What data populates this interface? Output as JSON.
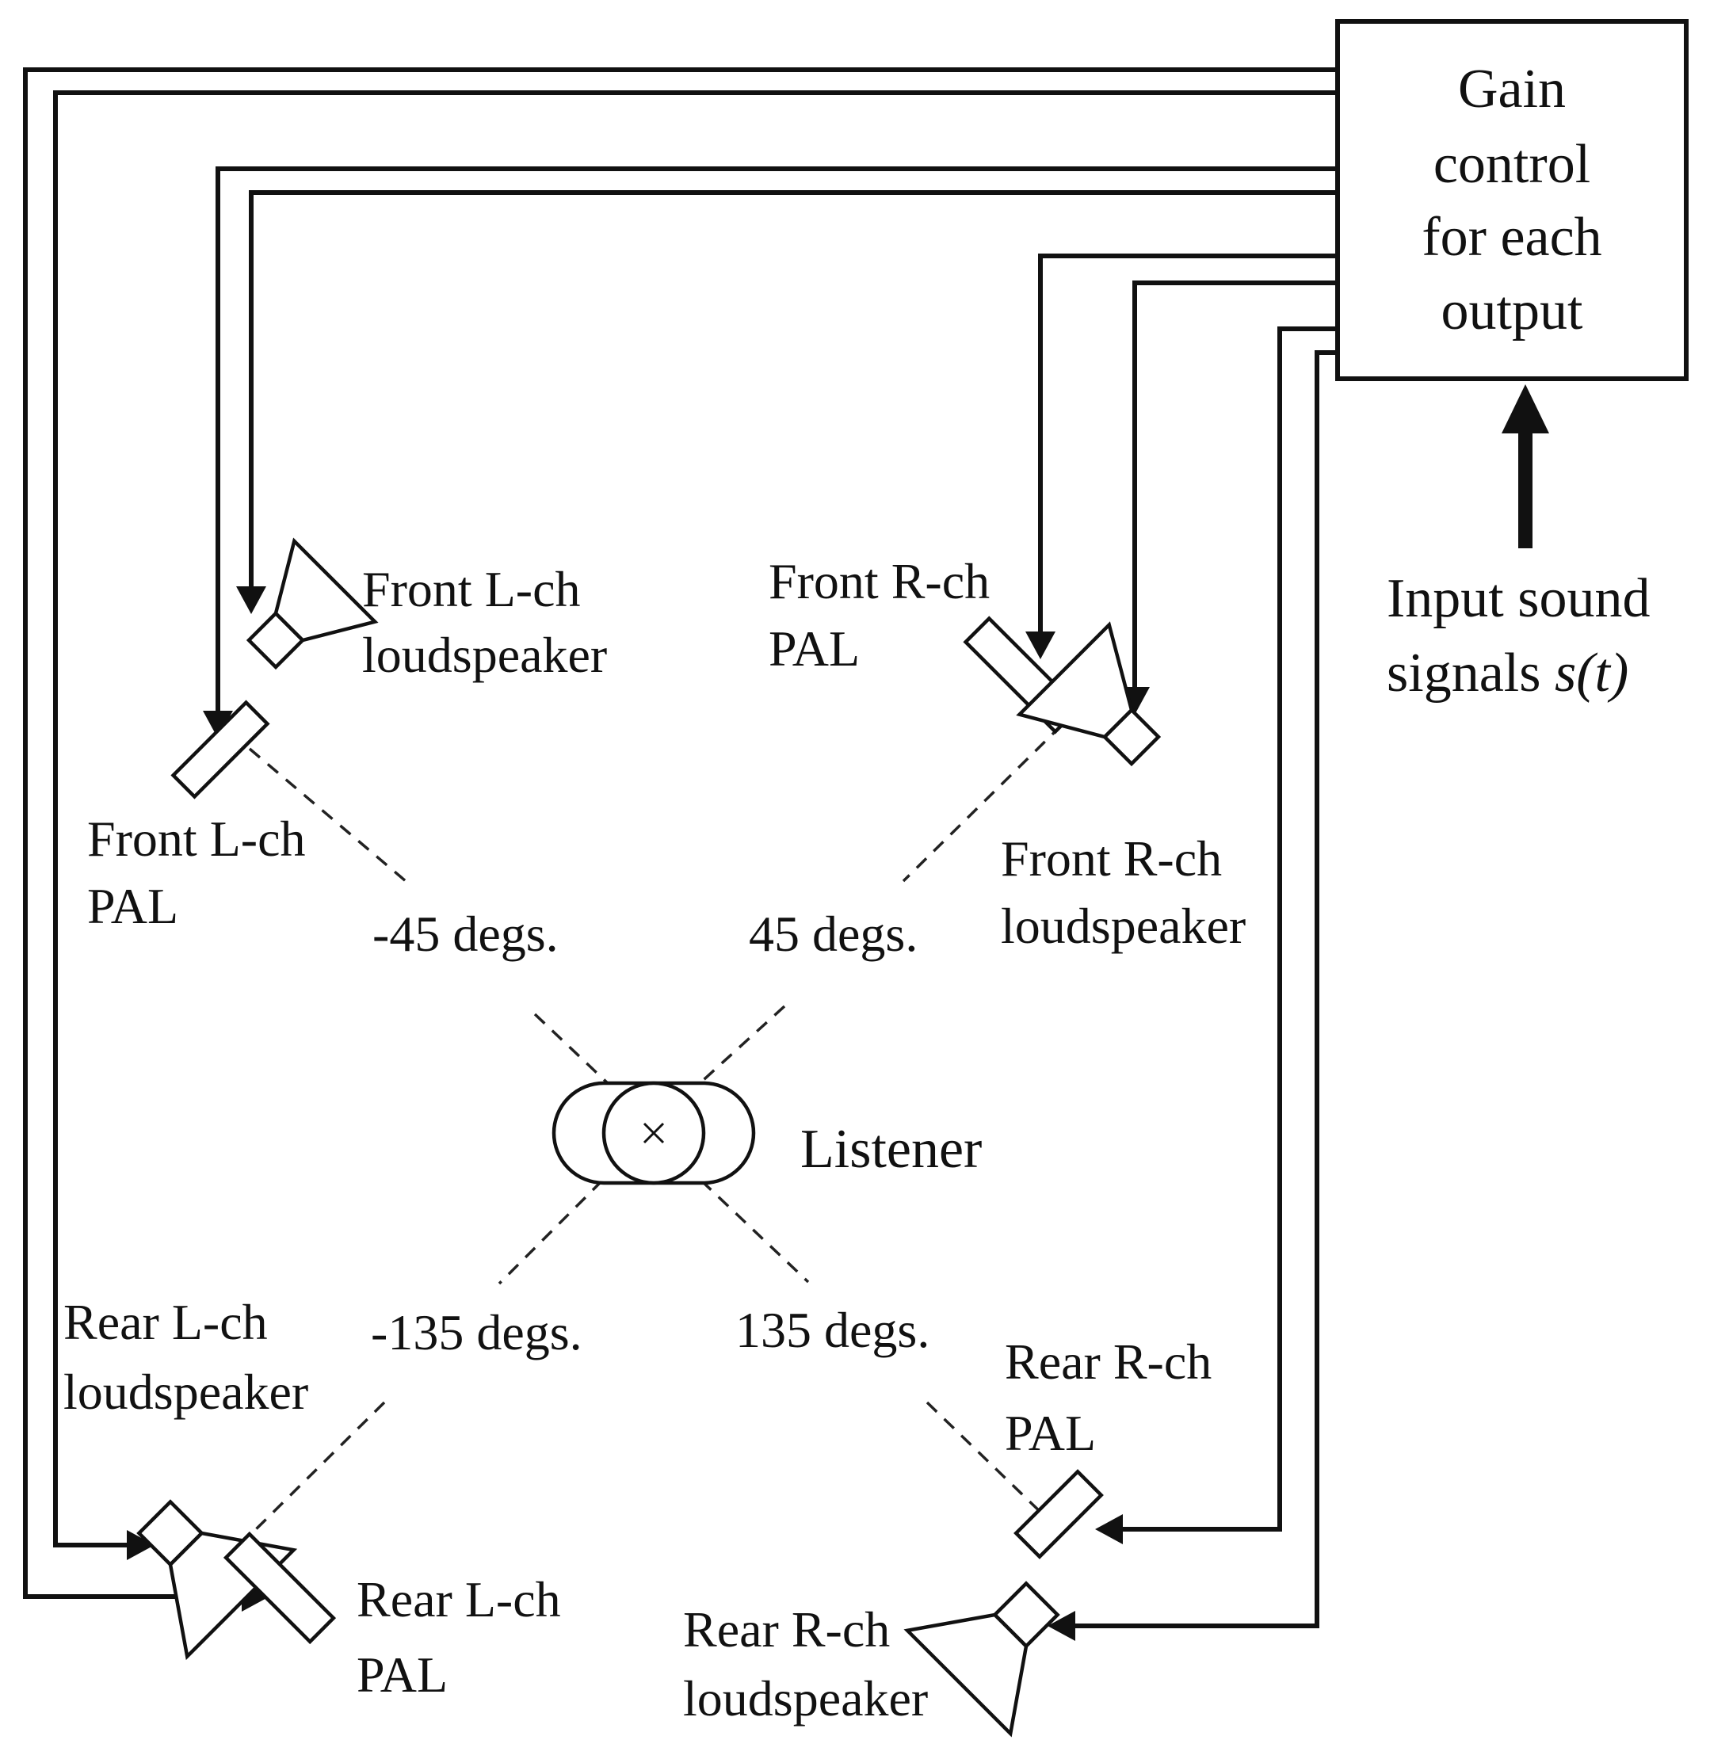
{
  "gain_box": {
    "lines": [
      "Gain",
      "control",
      "for each",
      "output"
    ]
  },
  "input": {
    "line1": "Input sound",
    "line2_prefix": "signals ",
    "symbol": "s(t)"
  },
  "speakers": {
    "front_l_loudspeaker": [
      "Front L-ch",
      "loudspeaker"
    ],
    "front_l_pal": [
      "Front L-ch",
      "PAL"
    ],
    "front_r_pal": [
      "Front R-ch",
      "PAL"
    ],
    "front_r_loudspeaker": [
      "Front R-ch",
      "loudspeaker"
    ],
    "rear_l_loudspeaker": [
      "Rear L-ch",
      "loudspeaker"
    ],
    "rear_l_pal": [
      "Rear L-ch",
      "PAL"
    ],
    "rear_r_pal": [
      "Rear R-ch",
      "PAL"
    ],
    "rear_r_loudspeaker": [
      "Rear R-ch",
      "loudspeaker"
    ]
  },
  "angles": {
    "front_left": "-45 degs.",
    "front_right": "45 degs.",
    "rear_left": "-135 degs.",
    "rear_right": "135 degs."
  },
  "listener": "Listener"
}
